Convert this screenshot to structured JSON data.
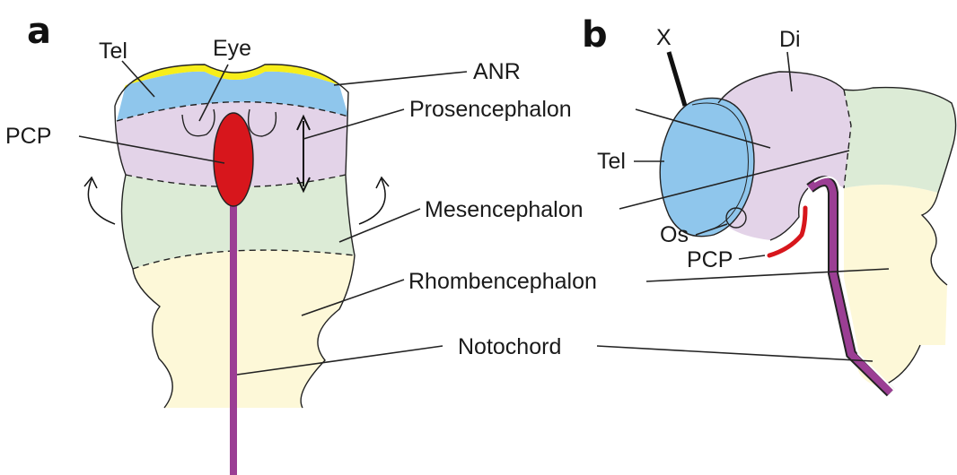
{
  "panels": {
    "a": {
      "label": "a"
    },
    "b": {
      "label": "b"
    }
  },
  "labels": {
    "a_tel": "Tel",
    "a_eye": "Eye",
    "a_pcp": "PCP",
    "anr": "ANR",
    "prosencephalon": "Prosencephalon",
    "mesencephalon": "Mesencephalon",
    "rhombencephalon": "Rhombencephalon",
    "notochord": "Notochord",
    "b_x": "X",
    "b_di": "Di",
    "b_tel": "Tel",
    "b_os": "Os",
    "b_pcp": "PCP"
  },
  "colors": {
    "anr": "#f7ee1a",
    "telencephalon": "#8fc6ec",
    "prosencephalon": "#e3d3e8",
    "mesencephalon": "#dcebd6",
    "rhombencephalon": "#fdf8d8",
    "pcp": "#d7161c",
    "notochord": "#9b3e94"
  }
}
